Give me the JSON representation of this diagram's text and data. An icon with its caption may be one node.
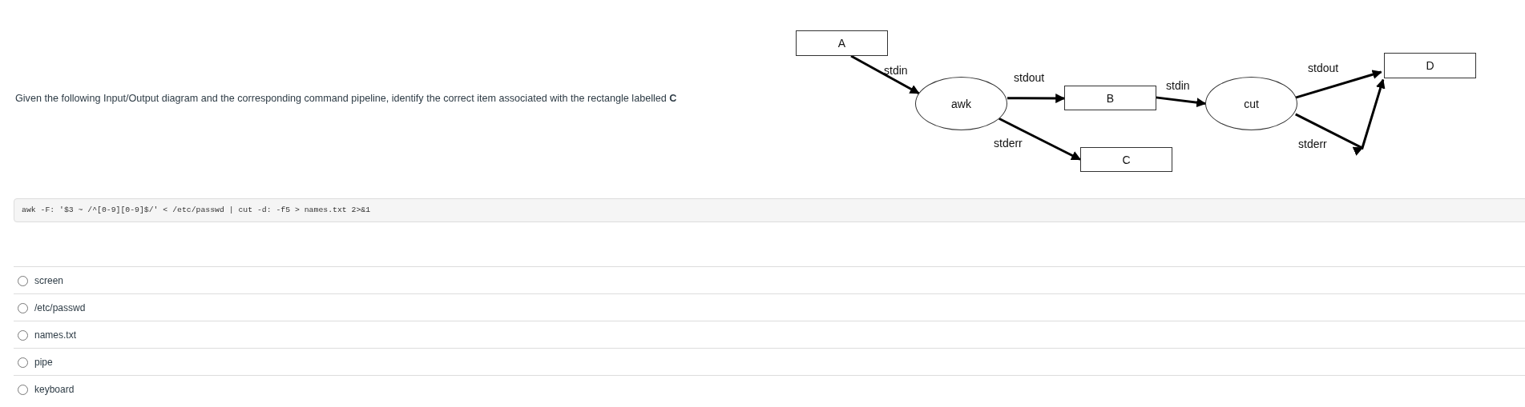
{
  "diagram": {
    "nodes": [
      {
        "text": [
          "A"
        ]
      },
      {
        "text": [
          "awk"
        ]
      },
      {
        "text": [
          "B"
        ]
      },
      {
        "text": [
          "C"
        ]
      },
      {
        "text": [
          "cut"
        ]
      },
      {
        "text": [
          "D"
        ]
      }
    ],
    "edges": [
      {
        "from": 0,
        "to": 1,
        "arrow": "to",
        "label": "stdin"
      },
      {
        "from": 1,
        "to": 2,
        "arrow": "to",
        "label": "stdout"
      },
      {
        "from": 1,
        "to": 3,
        "arrow": "to",
        "label": "stderr"
      },
      {
        "from": 2,
        "to": 4,
        "arrow": "to",
        "label": "stdin"
      },
      {
        "from": 4,
        "to": 5,
        "arrow": "to",
        "label": "stdout"
      },
      {
        "from": 4,
        "to": 5,
        "arrow": "to",
        "label": "stderr"
      }
    ],
    "labels": [
      "Given the following Input/Output diagram and the corresponding command pipeline, identify the correct item associated with the rectangle labelled **C**",
      "awk -F: '$3 ~ /^[0-9][0-9]$/' < /etc/passwd | cut -d: -f5 > names.txt 2>&1",
      "screen",
      "/etc/passwd",
      "names.txt",
      "pipe",
      "keyboard"
    ]
  }
}
